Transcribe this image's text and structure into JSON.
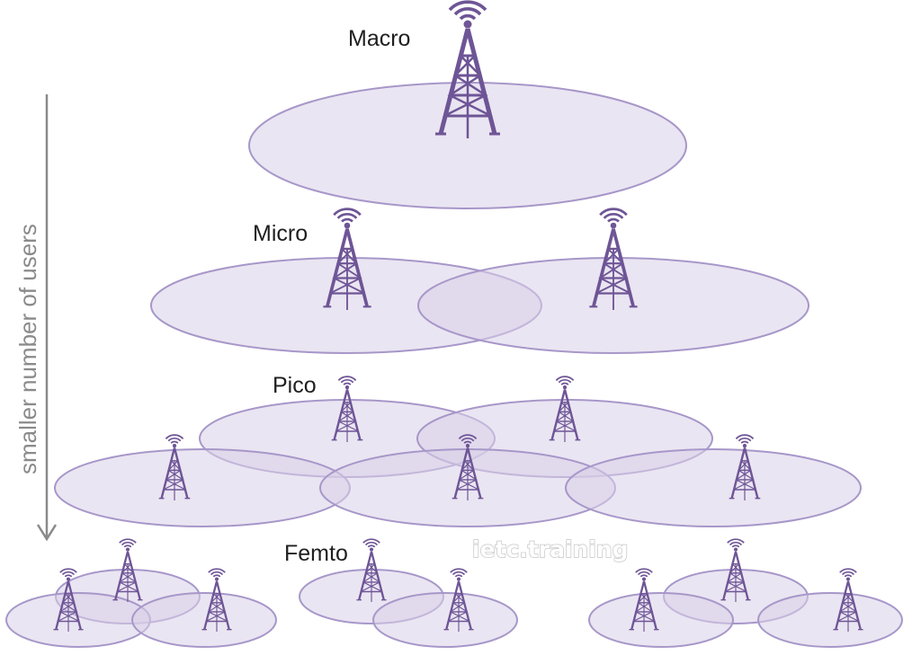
{
  "labels": {
    "macro": "Macro",
    "micro": "Micro",
    "pico": "Pico",
    "femto": "Femto"
  },
  "side_axis": {
    "label": "smaller number of users"
  },
  "watermark": "ietc.training",
  "colors": {
    "cell_fill": "#d8cfe8",
    "cell_stroke": "#a797c9",
    "tower": "#6e5596",
    "axis": "#8a8a8a",
    "label_text": "#1f1f1f"
  },
  "icons": [
    "cell-tower-icon",
    "signal-waves-icon",
    "down-arrow-icon"
  ]
}
